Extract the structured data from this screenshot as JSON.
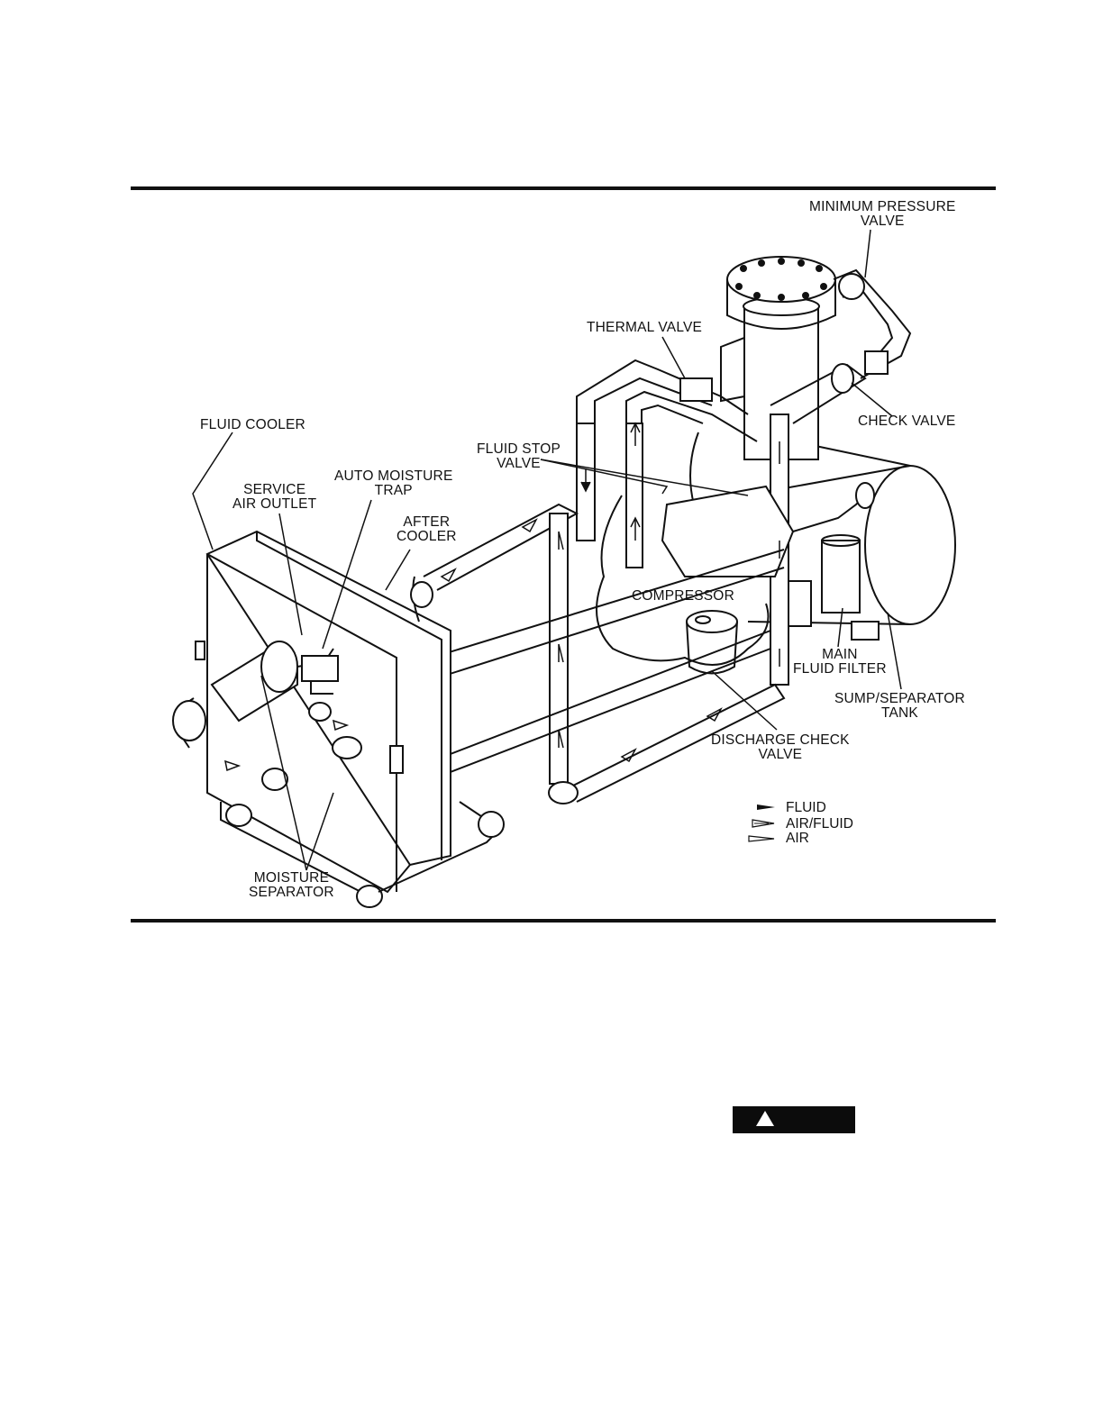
{
  "labels": {
    "minimum_pressure_valve": [
      "MINIMUM PRESSURE",
      "VALVE"
    ],
    "thermal_valve": [
      "THERMAL VALVE"
    ],
    "check_valve": [
      "CHECK VALVE"
    ],
    "fluid_cooler": [
      "FLUID COOLER"
    ],
    "fluid_stop_valve": [
      "FLUID STOP",
      "VALVE"
    ],
    "service_air_outlet": [
      "SERVICE",
      "AIR OUTLET"
    ],
    "auto_moisture_trap": [
      "AUTO MOISTURE",
      "TRAP"
    ],
    "after_cooler": [
      "AFTER",
      "COOLER"
    ],
    "compressor": [
      "COMPRESSOR"
    ],
    "main_fluid_filter": [
      "MAIN",
      "FLUID FILTER"
    ],
    "sump_separator_tank": [
      "SUMP/SEPARATOR",
      "TANK"
    ],
    "discharge_check_valve": [
      "DISCHARGE CHECK",
      "VALVE"
    ],
    "moisture_separator": [
      "MOISTURE",
      "SEPARATOR"
    ]
  },
  "legend": [
    {
      "symbol": "solid-arrow",
      "label": "FLUID"
    },
    {
      "symbol": "striped-arrow",
      "label": "AIR/FLUID"
    },
    {
      "symbol": "outline-arrow",
      "label": "AIR"
    }
  ],
  "warning_icon": "warning-triangle-icon"
}
